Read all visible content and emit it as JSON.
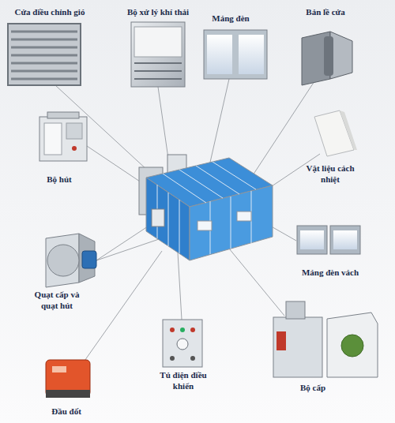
{
  "diagram": {
    "labels": [
      "Cửa điều chỉnh gió",
      "Bộ xử lý khí thải",
      "Máng đèn",
      "Bản lề cửa",
      "Bộ hút",
      "Vật liệu cách nhiệt",
      "Máng đèn vách",
      "Quạt cấp và quạt hút",
      "Bộ cấp",
      "Tủ điện điều khiển",
      "Đầu đốt"
    ]
  }
}
